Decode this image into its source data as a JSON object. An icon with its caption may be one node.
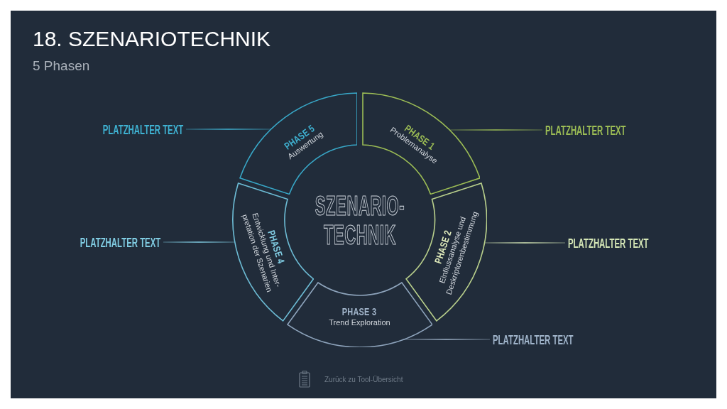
{
  "diagram": {
    "title": "18. SZENARIOTECHNIK",
    "nodes": [
      {
        "text": [
          "SZENARIO- TECHNIK"
        ]
      },
      {
        "text": [
          "PHASE 1",
          "Problemanalyse"
        ]
      },
      {
        "text": [
          "PHASE 2",
          "Einflussanalyse und Deskriptorenbestimmung"
        ]
      },
      {
        "text": [
          "PHASE 3",
          "Trend Exploration"
        ]
      },
      {
        "text": [
          "PHASE 4",
          "Entwicklung und Inter- pretation der Szenarien"
        ]
      },
      {
        "text": [
          "PHASE 5",
          "Auswertung"
        ]
      },
      {
        "text": [
          "PLATZHALTER TEXT"
        ]
      },
      {
        "text": [
          "PLATZHALTER TEXT"
        ]
      },
      {
        "text": [
          "PLATZHALTER TEXT"
        ]
      },
      {
        "text": [
          "PLATZHALTER TEXT"
        ]
      },
      {
        "text": [
          "PLATZHALTER TEXT"
        ]
      }
    ],
    "edges": [
      {
        "from": 6,
        "to": 1,
        "arrow": "none",
        "color": "#9cbd55"
      },
      {
        "from": 7,
        "to": 2,
        "arrow": "none",
        "color": "#d5e7b6"
      },
      {
        "from": 8,
        "to": 3,
        "arrow": "none",
        "color": "#a0b4ca"
      },
      {
        "from": 9,
        "to": 4,
        "arrow": "none",
        "color": "#80cce2"
      },
      {
        "from": 10,
        "to": 5,
        "arrow": "none",
        "color": "#3fb2d2"
      }
    ],
    "labels": [
      "5 Phasen",
      "Zurück zu Tool-Übersicht"
    ]
  }
}
